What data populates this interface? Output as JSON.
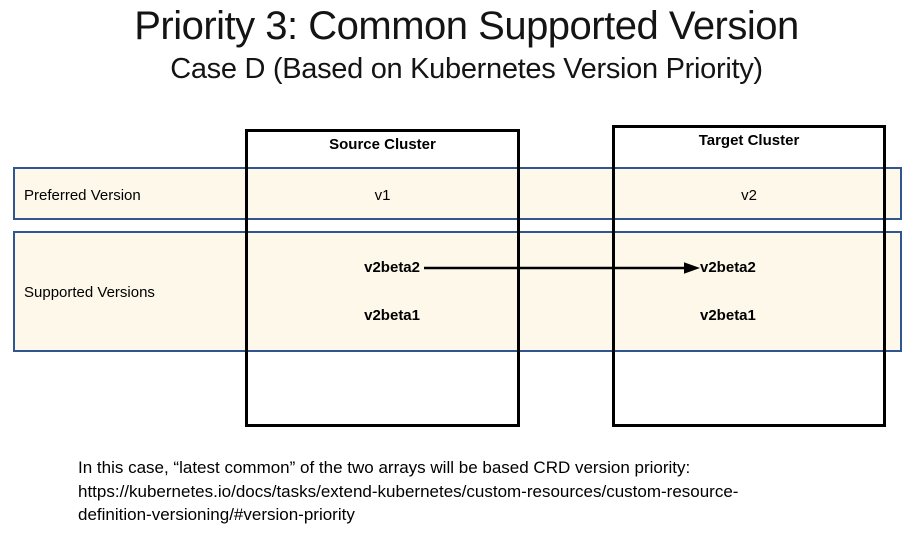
{
  "slide": {
    "title": "Priority 3: Common Supported Version",
    "subtitle": "Case D (Based on Kubernetes Version Priority)"
  },
  "table": {
    "columns": [
      {
        "header": "Source Cluster"
      },
      {
        "header": "Target Cluster"
      }
    ],
    "rows": [
      {
        "label": "Preferred Version",
        "source": "v1",
        "target": "v2"
      },
      {
        "label": "Supported Versions",
        "source": [
          "v2beta2",
          "v2beta1"
        ],
        "target": [
          "v2beta2",
          "v2beta1"
        ]
      }
    ]
  },
  "arrow": {
    "from": "v2beta2",
    "to": "v2beta2",
    "direction": "right"
  },
  "note": {
    "line1": "In this case, “latest common” of the two arrays will be based CRD version priority:",
    "line2": "https://kubernetes.io/docs/tasks/extend-kubernetes/custom-resources/custom-resource-",
    "line3": "definition-versioning/#version-priority"
  },
  "colors": {
    "band_fill": "#fdf8ea",
    "band_border": "#2f5690",
    "box_border": "#000000"
  }
}
